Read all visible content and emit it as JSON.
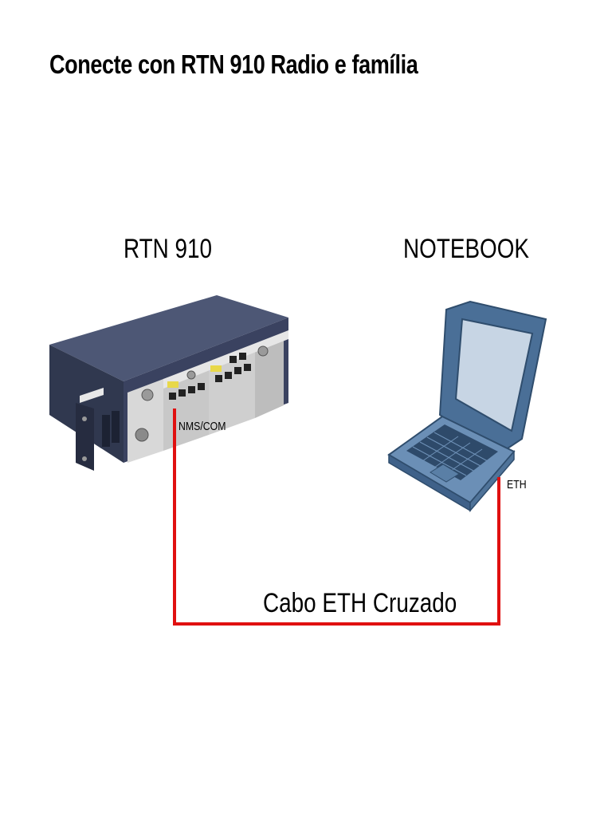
{
  "title": "Conecte con RTN 910 Radio e família",
  "devices": {
    "rtn": {
      "label": "RTN 910",
      "port": "NMS/COM"
    },
    "notebook": {
      "label": "NOTEBOOK",
      "port": "ETH"
    }
  },
  "cable": {
    "label": "Cabo ETH Cruzado",
    "color": "#e01010"
  },
  "colors": {
    "chassis_top": "#4a5470",
    "chassis_front": "#2c3450",
    "laptop_body": "#5a80a8",
    "laptop_screen": "#c9d7e6"
  }
}
